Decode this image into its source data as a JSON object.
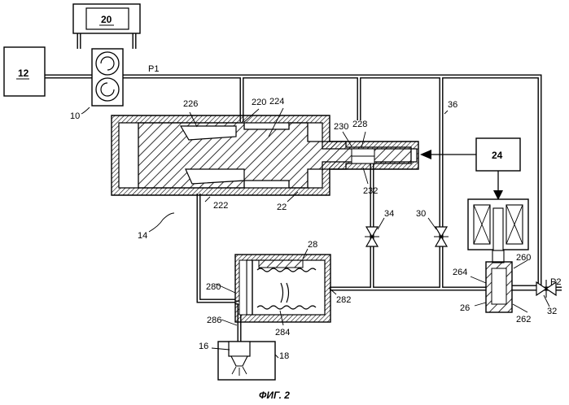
{
  "caption": "ФИГ. 2",
  "labels": {
    "l12": "12",
    "l20": "20",
    "l10": "10",
    "lP1": "P1",
    "l226": "226",
    "l220": "220",
    "l224": "224",
    "l230": "230",
    "l228": "228",
    "l36": "36",
    "l24": "24",
    "l222": "222",
    "l22": "22",
    "l232": "232",
    "l14": "14",
    "l34": "34",
    "l30": "30",
    "l28": "28",
    "l264": "264",
    "l260": "260",
    "lP2": "P2",
    "l280": "280",
    "l282": "282",
    "l26": "26",
    "l262": "262",
    "l32": "32",
    "l286": "286",
    "l284": "284",
    "l16": "16",
    "l18": "18"
  }
}
